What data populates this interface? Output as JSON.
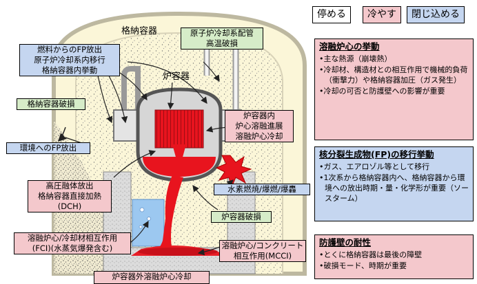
{
  "phases": {
    "stop": "停める",
    "cool": "冷やす",
    "contain": "閉じ込める"
  },
  "labels": {
    "containment_vessel": "格納容器",
    "reactor_vessel": "炉容器",
    "fp_release": [
      "燃料からのFP放出",
      "原子炉冷却系内移行",
      "格納容器内挙動"
    ],
    "rcs_piping": [
      "原子炉冷却系配管",
      "高温破損"
    ],
    "cv_failure": "格納容器破損",
    "env_fp_release": "環境へのFP放出",
    "in_vessel": [
      "炉容器内",
      "炉心溶融進展",
      "溶融炉心冷却"
    ],
    "dch": [
      "高圧融体放出",
      "格納容器直接加熱",
      "(DCH)"
    ],
    "hydrogen": "水素燃焼/爆燃/爆轟",
    "rv_failure": "炉容器破損",
    "fci": [
      "溶融炉心/冷却材相互作用",
      "(FCI)(水蒸気爆発含む)"
    ],
    "mcci": [
      "溶融炉心/コンクリート",
      "相互作用(MCCI)"
    ],
    "ex_vessel": "炉容器外溶融炉心冷却"
  },
  "panels": [
    {
      "title": "溶融炉心の挙動",
      "items": [
        "主な熱源（崩壊熱）",
        "冷却材、構造材との相互作用で機械的負荷（衝撃力）や格納容器加圧（ガス発生）",
        "冷却の可否と防護壁への影響が重要"
      ]
    },
    {
      "title": "核分裂生成物(FP)の移行挙動",
      "items": [
        "ガス、エアロゾル等として移行",
        "1次系から格納容器内へ、格納容器から環境への放出時期・量・化学形が重要（ソースターム）"
      ]
    },
    {
      "title": "防護壁の耐性",
      "items": [
        "とくに格納容器は最後の障壁",
        "破損モード、時期が重要"
      ]
    }
  ],
  "colors": {
    "pink": "#f4c8cc",
    "green": "#d6ecc8",
    "blue": "#c5d6f0",
    "molten": "#e8141e",
    "water": "#9cc8f0",
    "containment": "#fbf6d8"
  }
}
